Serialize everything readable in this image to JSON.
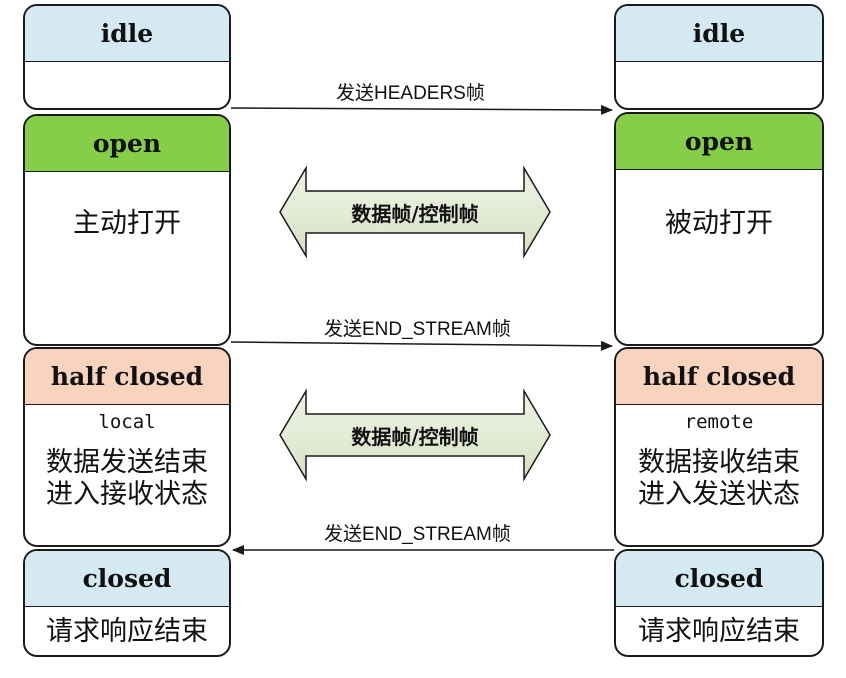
{
  "left": {
    "idle": {
      "title": "idle",
      "body": ""
    },
    "open": {
      "title": "open",
      "body": "主动打开"
    },
    "half_closed": {
      "title": "half closed",
      "sub": "local",
      "line1": "数据发送结束",
      "line2": "进入接收状态"
    },
    "closed": {
      "title": "closed",
      "body": "请求响应结束"
    }
  },
  "right": {
    "idle": {
      "title": "idle",
      "body": ""
    },
    "open": {
      "title": "open",
      "body": "被动打开"
    },
    "half_closed": {
      "title": "half closed",
      "sub": "remote",
      "line1": "数据接收结束",
      "line2": "进入发送状态"
    },
    "closed": {
      "title": "closed",
      "body": "请求响应结束"
    }
  },
  "messages": {
    "headers": "发送HEADERS帧",
    "end_stream_1": "发送END_STREAM帧",
    "end_stream_2": "发送END_STREAM帧"
  },
  "exchanges": {
    "upper": "数据帧/控制帧",
    "lower": "数据帧/控制帧"
  },
  "colors": {
    "idle": "#d4e9f2",
    "open": "#86ce47",
    "half_closed": "#f8d3bd",
    "closed": "#d4e9f2",
    "arrow_fill": "#e4ecd6"
  }
}
